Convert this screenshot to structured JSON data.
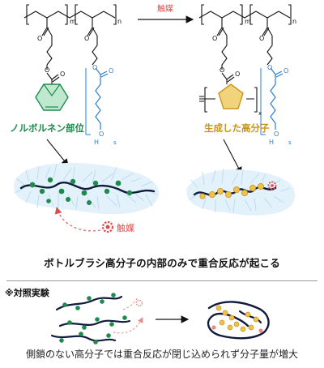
{
  "figure": {
    "catalyst_arrow_label": "触媒",
    "catalyst_label": "触媒",
    "norbornene_label": "ノルボルネン部位",
    "product_label": "生成した高分子",
    "main_caption": "ボトルブラシ高分子の内部のみで重合反応が起こる",
    "control_label": "※対照実験",
    "bottom_caption": "側鎖のない高分子では重合反応が閉じ込められず分子量が増大"
  },
  "chemistry": {
    "subscript_m": "m",
    "subscript_n": "n",
    "subscript_s": "s",
    "subscript_x": "x",
    "atom_o": "O",
    "atom_h": "H"
  },
  "colors": {
    "green": "#1e8a4c",
    "blue": "#2a7fd0",
    "gold": "#d8a23a",
    "red": "#e04a4a",
    "navy": "#101a3c",
    "bristle": "#b9d9f0",
    "cloud": "#e3f1fb"
  }
}
